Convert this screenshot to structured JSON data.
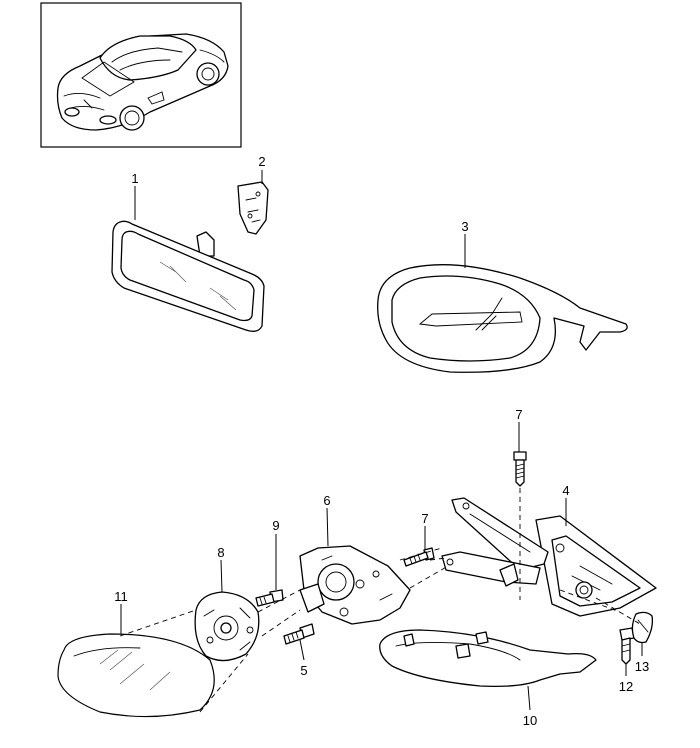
{
  "callouts": [
    {
      "id": "1",
      "label": "1"
    },
    {
      "id": "2",
      "label": "2"
    },
    {
      "id": "3",
      "label": "3"
    },
    {
      "id": "4",
      "label": "4"
    },
    {
      "id": "5",
      "label": "5"
    },
    {
      "id": "6",
      "label": "6"
    },
    {
      "id": "7a",
      "label": "7"
    },
    {
      "id": "7b",
      "label": "7"
    },
    {
      "id": "8",
      "label": "8"
    },
    {
      "id": "9",
      "label": "9"
    },
    {
      "id": "10",
      "label": "10"
    },
    {
      "id": "11",
      "label": "11"
    },
    {
      "id": "12",
      "label": "12"
    },
    {
      "id": "13",
      "label": "13"
    }
  ],
  "colors": {
    "line": "#000000",
    "background": "#ffffff"
  }
}
